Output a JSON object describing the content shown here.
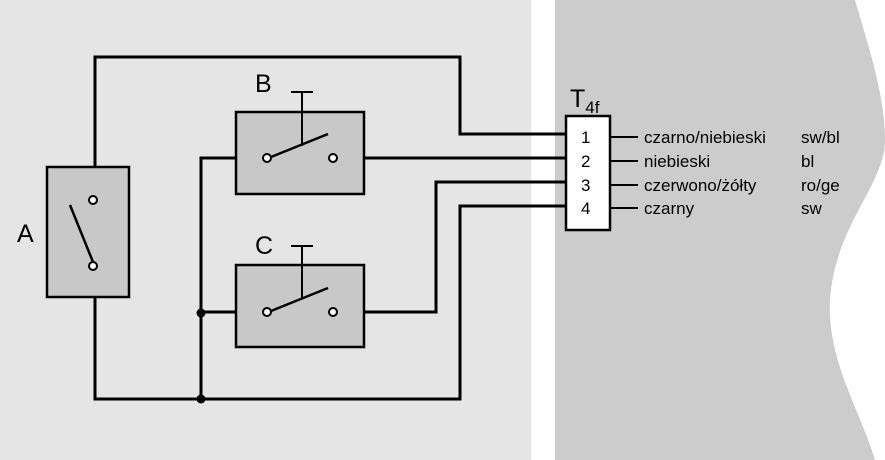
{
  "switches": {
    "a": {
      "label": "A"
    },
    "b": {
      "label": "B"
    },
    "c": {
      "label": "C"
    }
  },
  "connector": {
    "name_main": "T",
    "name_sub": "4f",
    "pins": [
      {
        "number": "1",
        "color_pl": "czarno/niebieski",
        "code": "sw/bl"
      },
      {
        "number": "2",
        "color_pl": "niebieski",
        "code": "bl"
      },
      {
        "number": "3",
        "color_pl": "czerwono/żółty",
        "code": "ro/ge"
      },
      {
        "number": "4",
        "color_pl": "czarny",
        "code": "sw"
      }
    ]
  },
  "colors": {
    "left_panel": "#e5e5e5",
    "right_panel": "#cccccc",
    "switch_box": "#c8c8c8",
    "connector_box": "#ffffff",
    "line": "#000000"
  }
}
